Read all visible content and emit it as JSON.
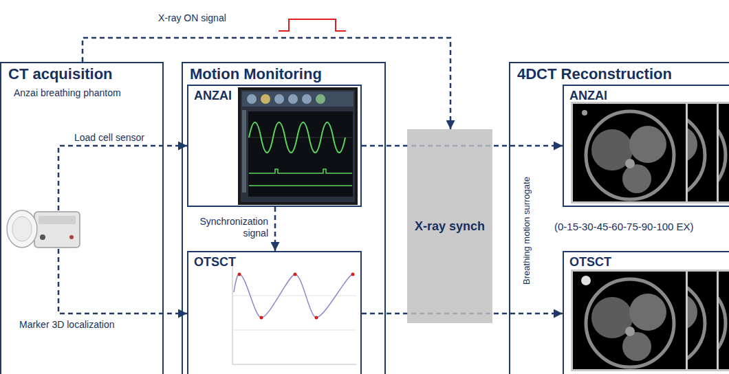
{
  "diagram": {
    "nodes": [
      {
        "text": [
          "CT acquisition",
          "Anzai breathing phantom"
        ]
      },
      {
        "text": [
          "Motion Monitoring"
        ]
      },
      {
        "text": [
          "ANZAI"
        ],
        "in": 1
      },
      {
        "text": [
          "OTSCT"
        ],
        "in": 1
      },
      {
        "text": [
          "X-ray synch"
        ]
      },
      {
        "text": [
          "4DCT Reconstruction"
        ]
      },
      {
        "text": [
          "ANZAI"
        ],
        "in": 5
      },
      {
        "text": [
          "OTSCT"
        ],
        "in": 5
      }
    ],
    "edges": [
      {
        "from": 0,
        "to": 4,
        "arrow": "to",
        "label": "X-ray ON signal"
      },
      {
        "from": 0,
        "to": 2,
        "arrow": "to",
        "label": "Load cell sensor"
      },
      {
        "from": 0,
        "to": 3,
        "arrow": "to",
        "label": "Marker 3D localization"
      },
      {
        "from": 2,
        "to": 3,
        "arrow": "to",
        "label": "Synchronization signal"
      },
      {
        "from": 2,
        "to": 6,
        "arrow": "to"
      },
      {
        "from": 3,
        "to": 7,
        "arrow": "to"
      }
    ],
    "labels": [
      "Breathing motion surrogate",
      "(0-15-30-45-60-75-90-100 EX)"
    ]
  }
}
